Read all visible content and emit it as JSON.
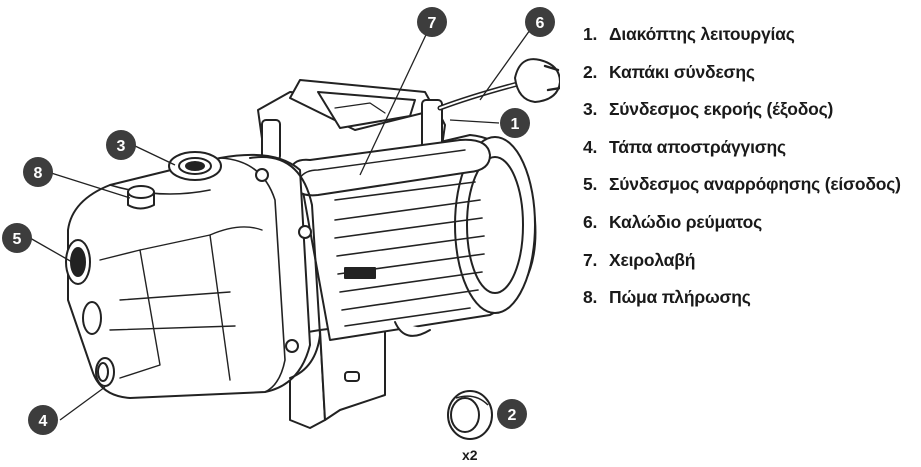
{
  "legend": [
    {
      "num": "1.",
      "label": "Διακόπτης λειτουργίας"
    },
    {
      "num": "2.",
      "label": "Καπάκι σύνδεσης"
    },
    {
      "num": "3.",
      "label": "Σύνδεσμος εκροής (έξοδος)"
    },
    {
      "num": "4.",
      "label": "Τάπα αποστράγγισης"
    },
    {
      "num": "5.",
      "label": "Σύνδεσμος αναρρόφησης (είσοδος)"
    },
    {
      "num": "6.",
      "label": "Καλώδιο ρεύματος"
    },
    {
      "num": "7.",
      "label": "Χειρολαβή"
    },
    {
      "num": "8.",
      "label": "Πώμα πλήρωσης"
    }
  ],
  "callouts": {
    "c1": "1",
    "c2": "2",
    "c3": "3",
    "c4": "4",
    "c5": "5",
    "c6": "6",
    "c7": "7",
    "c8": "8"
  },
  "accessory_qty": "x2",
  "colors": {
    "callout_fill": "#3d3d3d",
    "line": "#222222"
  }
}
